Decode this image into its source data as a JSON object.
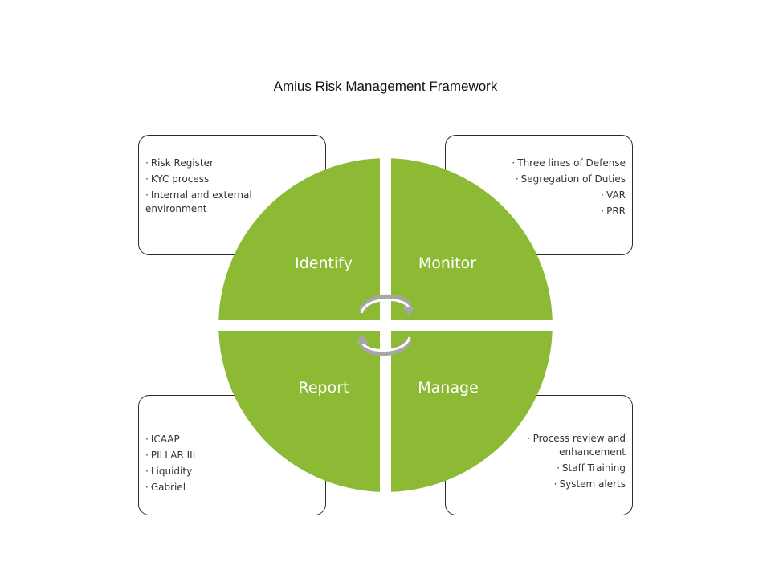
{
  "title": "Amius Risk Management Framework",
  "colors": {
    "quadrant": "#8cba35",
    "arrow": "#a6a6a6",
    "border": "#2b2b2b"
  },
  "quadrants": {
    "identify": {
      "label": "Identify",
      "items": [
        "Risk Register",
        "KYC process",
        "Internal and external environment"
      ]
    },
    "monitor": {
      "label": "Monitor",
      "items": [
        "Three lines of Defense",
        "Segregation of Duties",
        "VAR",
        "PRR"
      ]
    },
    "report": {
      "label": "Report",
      "items": [
        "ICAAP",
        "PILLAR III",
        "Liquidity",
        "Gabriel"
      ]
    },
    "manage": {
      "label": "Manage",
      "items": [
        "Process review and enhancement",
        "Staff Training",
        "System alerts"
      ]
    }
  },
  "center_icon": "cycle-arrows-icon"
}
